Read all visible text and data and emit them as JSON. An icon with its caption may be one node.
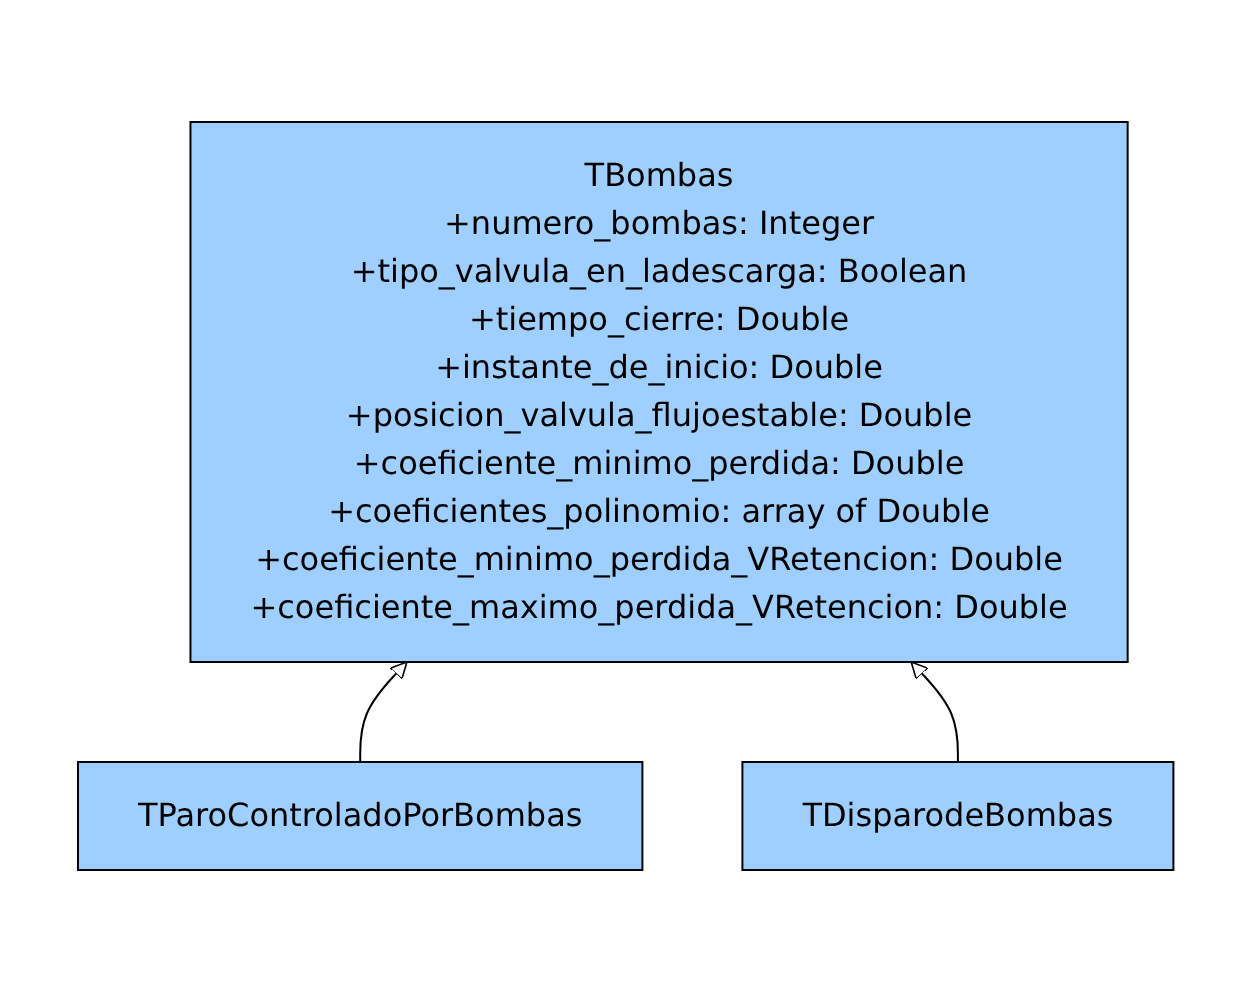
{
  "diagram": {
    "nodes": [
      {
        "text": [
          "TBombas",
          "+numero_bombas: Integer",
          "+tipo_valvula_en_ladescarga: Boolean",
          "+tiempo_cierre: Double",
          "+instante_de_inicio: Double",
          "+posicion_valvula_flujoestable: Double",
          "+coeficiente_minimo_perdida: Double",
          "+coeficientes_polinomio: array of Double",
          "+coeficiente_minimo_perdida_VRetencion: Double",
          "+coeficiente_maximo_perdida_VRetencion: Double"
        ]
      },
      {
        "text": [
          "TParoControladoPorBombas"
        ]
      },
      {
        "text": [
          "TDisparodeBombas"
        ]
      }
    ],
    "edges": [
      {
        "from": 1,
        "to": 0,
        "arrow": "to"
      },
      {
        "from": 2,
        "to": 0,
        "arrow": "to"
      }
    ]
  }
}
